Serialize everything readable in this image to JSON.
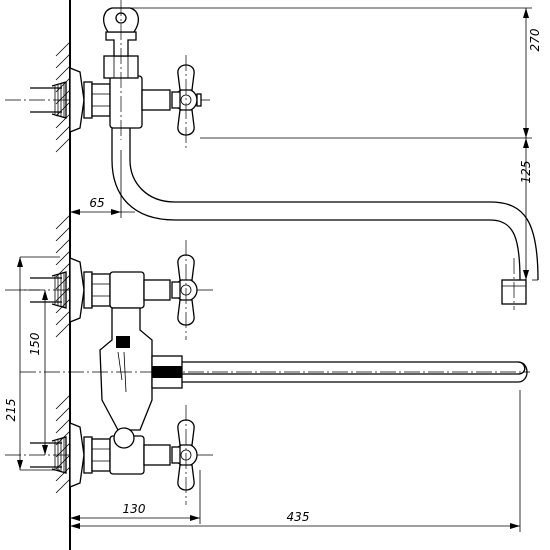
{
  "dimensions": {
    "d270": "270",
    "d125": "125",
    "d65": "65",
    "d150": "150",
    "d215": "215",
    "d130": "130",
    "d435": "435"
  },
  "colors": {
    "line": "#000000",
    "background": "#ffffff"
  }
}
